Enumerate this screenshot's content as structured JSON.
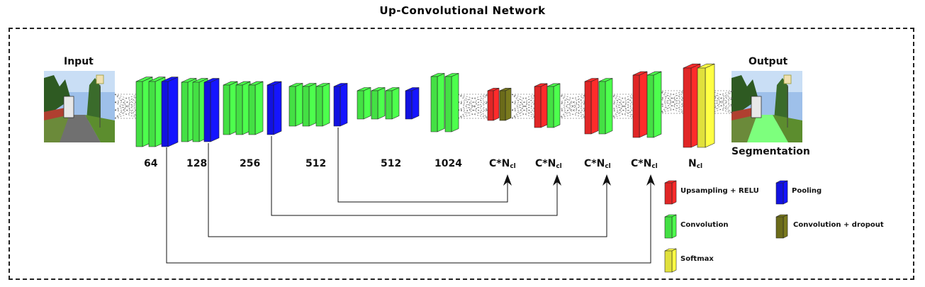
{
  "title": "Up-Convolutional Network",
  "input_label": "Input",
  "output_label": "Output",
  "segmentation_label": "Segmentation",
  "colors": {
    "upsampling": "#ff2b2b",
    "convolution": "#4dff4d",
    "pooling": "#1515ff",
    "softmax": "#ffff44",
    "dropout": "#7a7a1e"
  },
  "channels": {
    "c64": "64",
    "c128": "128",
    "c256": "256",
    "c512a": "512",
    "c512b": "512",
    "c1024": "1024",
    "cn": "C*N",
    "cn_sub": "cl",
    "n": "N",
    "n_sub": "cl"
  },
  "legend": {
    "upsampling": "Upsampling + RELU",
    "pooling": "Pooling",
    "convolution": "Convolution",
    "dropout": "Convolution + dropout",
    "softmax": "Softmax"
  }
}
